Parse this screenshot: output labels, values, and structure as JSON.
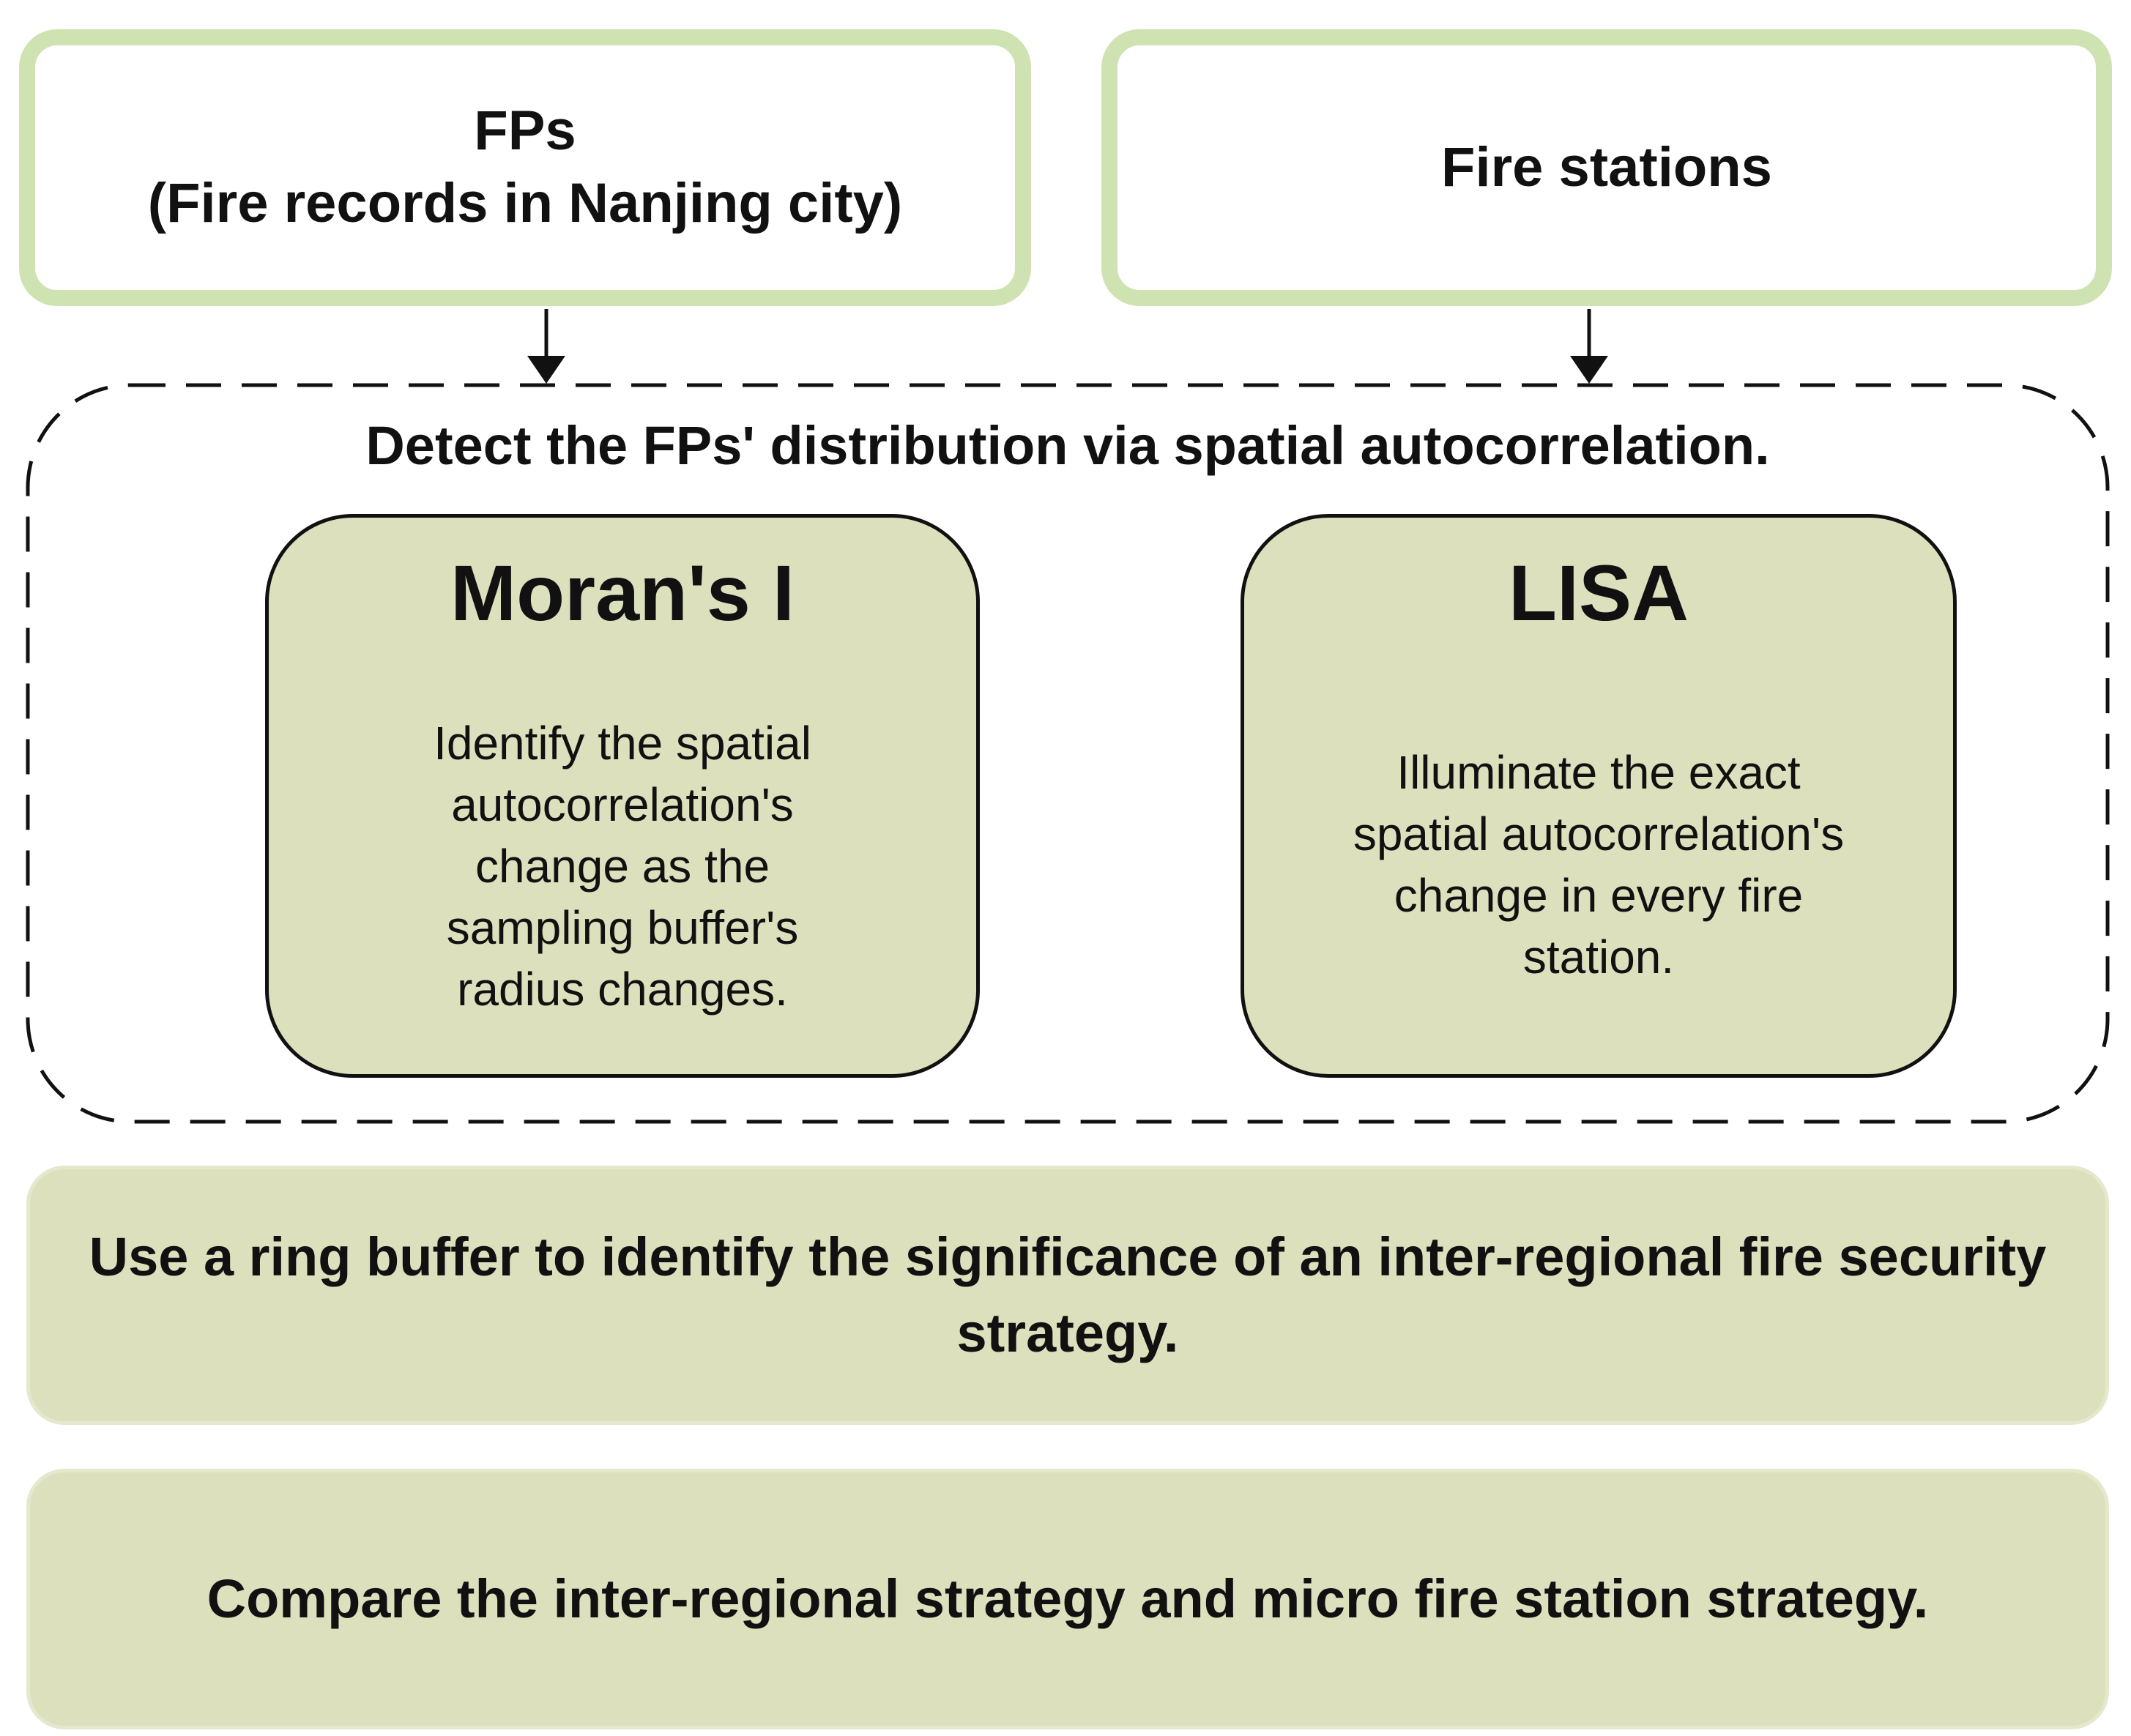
{
  "inputs": {
    "fps": {
      "line1": "FPs",
      "line2": "(Fire records in Nanjing city)"
    },
    "stations": {
      "label": "Fire stations"
    }
  },
  "analysis": {
    "title": "Detect the FPs' distribution via spatial autocorrelation.",
    "moran": {
      "title": "Moran's I",
      "desc_lines": [
        "Identify the spatial",
        "autocorrelation's",
        "change as the",
        "sampling buffer's",
        "radius changes."
      ]
    },
    "lisa": {
      "title": "LISA",
      "desc_lines": [
        "Illuminate the exact",
        "spatial autocorrelation's",
        "change in every fire",
        "station."
      ]
    }
  },
  "steps": {
    "ring_buffer": "Use a ring buffer to identify the significance of an inter-regional fire security strategy.",
    "compare": "Compare the inter-regional strategy and micro fire station strategy."
  },
  "colors": {
    "input_border": "#cfe3b2",
    "method_fill": "#dde0bd",
    "step_fill": "#dde0bd",
    "line": "#111111"
  }
}
